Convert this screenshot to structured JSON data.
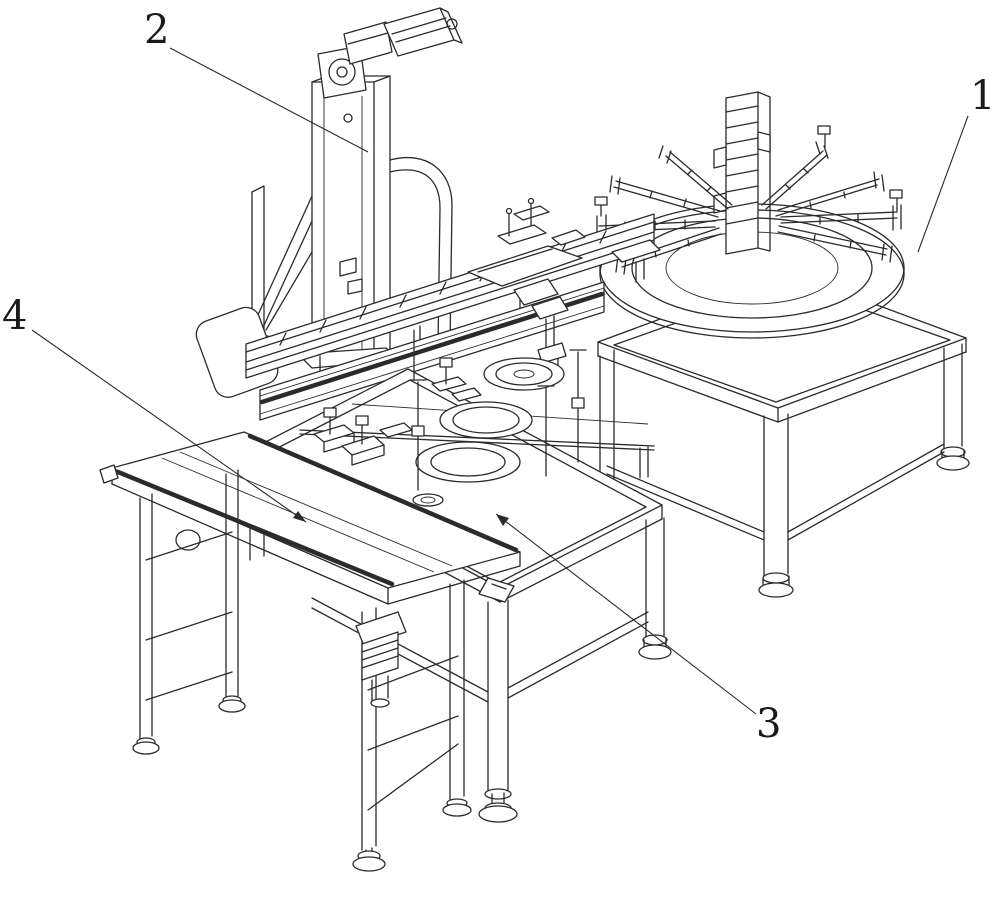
{
  "figure": {
    "background_color": "#ffffff",
    "line_color": "#2b2b2b",
    "callouts": [
      {
        "label": "1"
      },
      {
        "label": "2"
      },
      {
        "label": "3"
      },
      {
        "label": "4"
      }
    ]
  }
}
